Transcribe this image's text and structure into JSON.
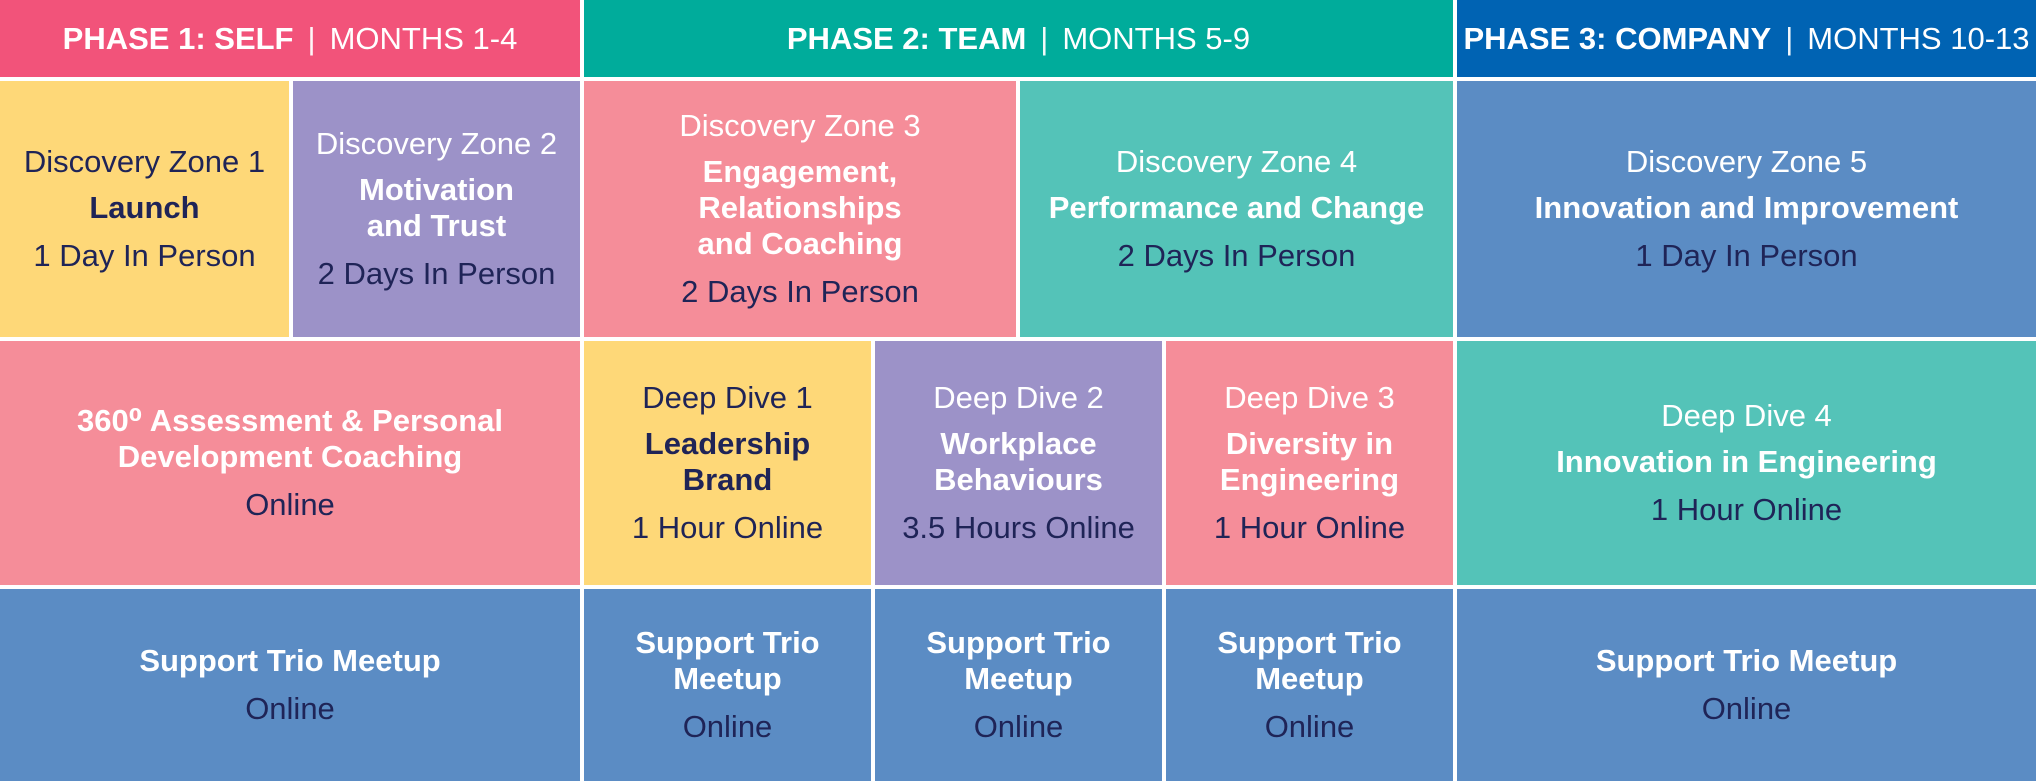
{
  "colors": {
    "pink_header": "#f2537a",
    "teal_header": "#00ac9b",
    "blue_header": "#0063b3",
    "yellow": "#fed878",
    "purple": "#9c92c8",
    "pink": "#f58d99",
    "teal": "#54c3b8",
    "blue": "#5b8cc4",
    "dark_text": "#1f2457"
  },
  "phases": [
    {
      "title": "PHASE 1: SELF",
      "separator": "|",
      "months": "MONTHS 1-4"
    },
    {
      "title": "PHASE 2: TEAM",
      "separator": "|",
      "months": "MONTHS 5-9"
    },
    {
      "title": "PHASE 3: COMPANY",
      "separator": "|",
      "months": "MONTHS 10-13"
    }
  ],
  "discovery_zones": [
    {
      "label": "Discovery Zone 1",
      "name": "Launch",
      "format": "1 Day In Person"
    },
    {
      "label": "Discovery Zone 2",
      "name": "Motivation\nand Trust",
      "format": "2 Days In Person"
    },
    {
      "label": "Discovery Zone 3",
      "name": "Engagement,\nRelationships\nand Coaching",
      "format": "2 Days In Person"
    },
    {
      "label": "Discovery Zone 4",
      "name": "Performance and Change",
      "format": "2 Days In Person"
    },
    {
      "label": "Discovery Zone 5",
      "name": "Innovation and Improvement",
      "format": "1 Day In Person"
    }
  ],
  "assessment": {
    "name": "360⁰ Assessment & Personal\nDevelopment Coaching",
    "format": "Online"
  },
  "deep_dives": [
    {
      "label": "Deep Dive 1",
      "name": "Leadership\nBrand",
      "format": "1 Hour Online"
    },
    {
      "label": "Deep Dive 2",
      "name": "Workplace\nBehaviours",
      "format": "3.5 Hours Online"
    },
    {
      "label": "Deep Dive 3",
      "name": "Diversity in\nEngineering",
      "format": "1 Hour Online"
    },
    {
      "label": "Deep Dive 4",
      "name": "Innovation in Engineering",
      "format": "1 Hour Online"
    }
  ],
  "support_trios": [
    {
      "name": "Support Trio Meetup",
      "format": "Online"
    },
    {
      "name": "Support Trio\nMeetup",
      "format": "Online"
    },
    {
      "name": "Support Trio\nMeetup",
      "format": "Online"
    },
    {
      "name": "Support Trio\nMeetup",
      "format": "Online"
    },
    {
      "name": "Support Trio Meetup",
      "format": "Online"
    }
  ]
}
